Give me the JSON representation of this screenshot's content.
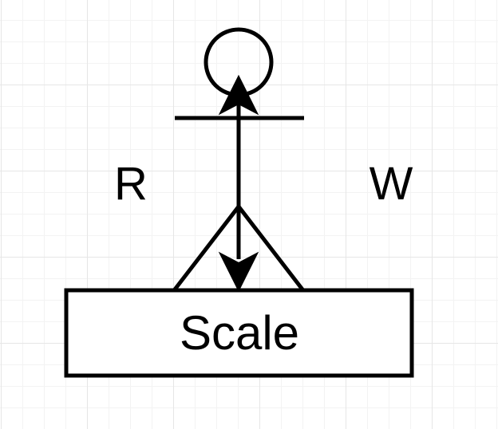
{
  "diagram": {
    "labels": {
      "left": "R",
      "right": "W",
      "box": "Scale"
    },
    "colors": {
      "stroke": "#000000",
      "background": "#ffffff",
      "grid": "#e6e6e6"
    }
  }
}
